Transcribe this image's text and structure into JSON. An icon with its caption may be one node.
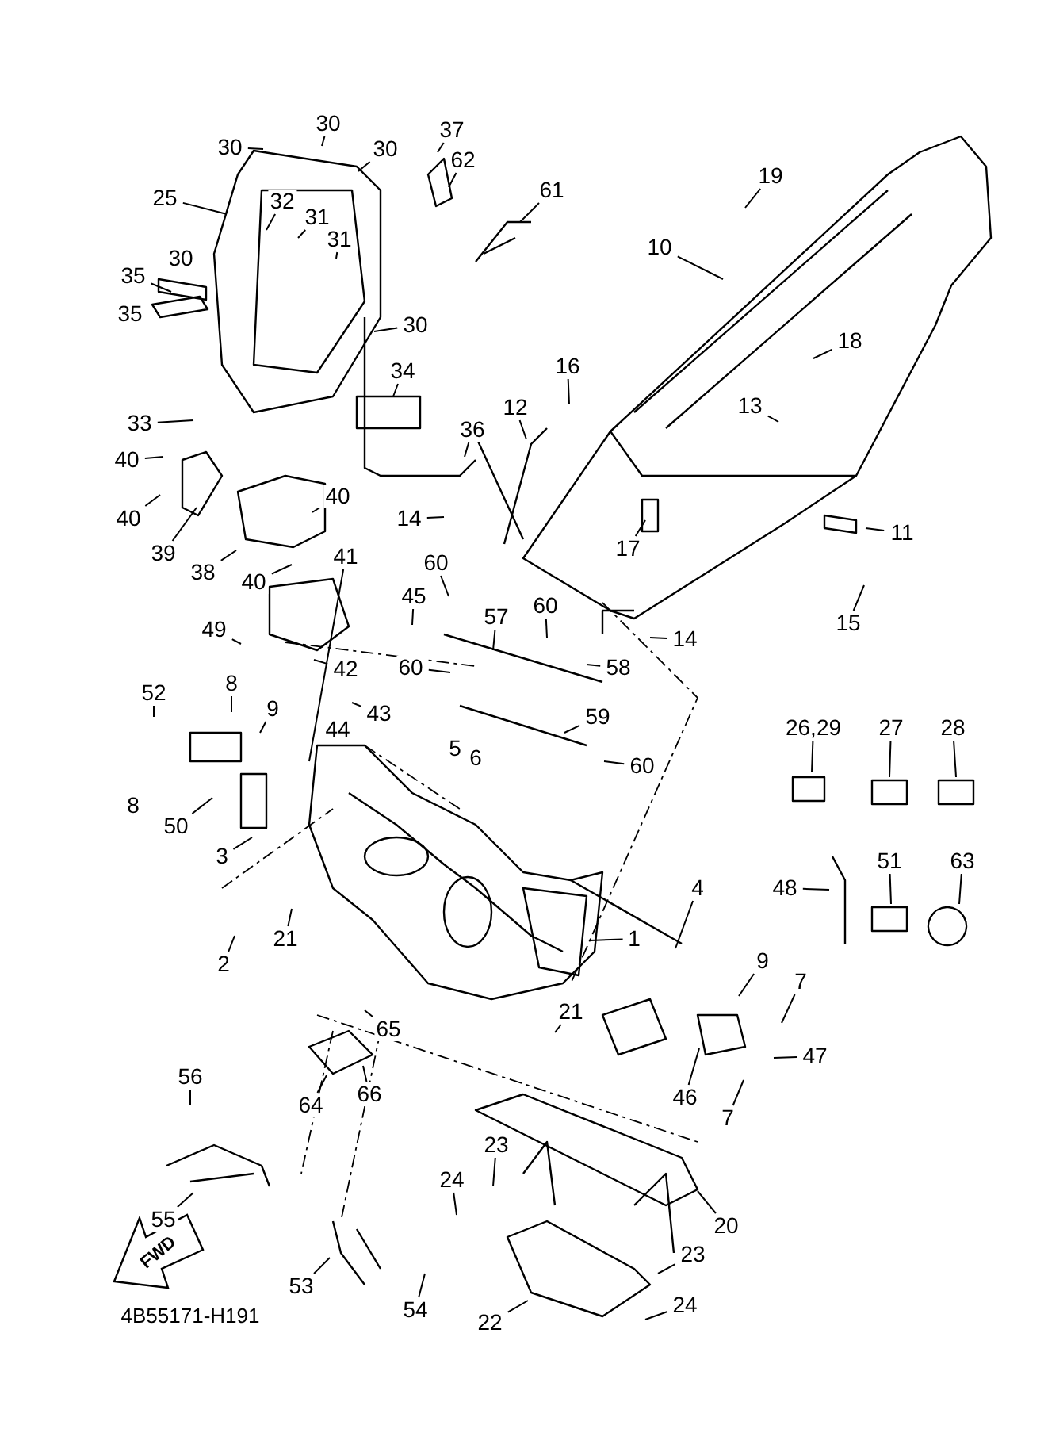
{
  "diagram": {
    "nodes": [
      {
        "text": [
          "30"
        ]
      },
      {
        "text": [
          "30"
        ]
      },
      {
        "text": [
          "30"
        ]
      },
      {
        "text": [
          "37"
        ]
      },
      {
        "text": [
          "62"
        ]
      },
      {
        "text": [
          "61"
        ]
      },
      {
        "text": [
          "25"
        ]
      },
      {
        "text": [
          "32"
        ]
      },
      {
        "text": [
          "31"
        ]
      },
      {
        "text": [
          "31"
        ]
      },
      {
        "text": [
          "19"
        ]
      },
      {
        "text": [
          "10"
        ]
      },
      {
        "text": [
          "35"
        ]
      },
      {
        "text": [
          "30"
        ]
      },
      {
        "text": [
          "18"
        ]
      },
      {
        "text": [
          "34"
        ]
      },
      {
        "text": [
          "16"
        ]
      },
      {
        "text": [
          "12"
        ]
      },
      {
        "text": [
          "13"
        ]
      },
      {
        "text": [
          "33"
        ]
      },
      {
        "text": [
          "36"
        ]
      },
      {
        "text": [
          "40"
        ]
      },
      {
        "text": [
          "40"
        ]
      },
      {
        "text": [
          "40"
        ]
      },
      {
        "text": [
          "14"
        ]
      },
      {
        "text": [
          "11"
        ]
      },
      {
        "text": [
          "17"
        ]
      },
      {
        "text": [
          "39"
        ]
      },
      {
        "text": [
          "41"
        ]
      },
      {
        "text": [
          "38"
        ]
      },
      {
        "text": [
          "40"
        ]
      },
      {
        "text": [
          "60"
        ]
      },
      {
        "text": [
          "15"
        ]
      },
      {
        "text": [
          "45"
        ]
      },
      {
        "text": [
          "57"
        ]
      },
      {
        "text": [
          "60"
        ]
      },
      {
        "text": [
          "49"
        ]
      },
      {
        "text": [
          "14"
        ]
      },
      {
        "text": [
          "58"
        ]
      },
      {
        "text": [
          "60"
        ]
      },
      {
        "text": [
          "42"
        ]
      },
      {
        "text": [
          "52"
        ]
      },
      {
        "text": [
          "8"
        ]
      },
      {
        "text": [
          "9"
        ]
      },
      {
        "text": [
          "43"
        ]
      },
      {
        "text": [
          "59"
        ]
      },
      {
        "text": [
          "26,29"
        ]
      },
      {
        "text": [
          "27"
        ]
      },
      {
        "text": [
          "28"
        ]
      },
      {
        "text": [
          "60"
        ]
      },
      {
        "text": [
          "50"
        ]
      },
      {
        "text": [
          "3"
        ]
      },
      {
        "text": [
          "4"
        ]
      },
      {
        "text": [
          "48"
        ]
      },
      {
        "text": [
          "51"
        ]
      },
      {
        "text": [
          "63"
        ]
      },
      {
        "text": [
          "1"
        ]
      },
      {
        "text": [
          "21"
        ]
      },
      {
        "text": [
          "2"
        ]
      },
      {
        "text": [
          "9"
        ]
      },
      {
        "text": [
          "7"
        ]
      },
      {
        "text": [
          "21"
        ]
      },
      {
        "text": [
          "65"
        ]
      },
      {
        "text": [
          "47"
        ]
      },
      {
        "text": [
          "56"
        ]
      },
      {
        "text": [
          "66"
        ]
      },
      {
        "text": [
          "46"
        ]
      },
      {
        "text": [
          "64"
        ]
      },
      {
        "text": [
          "7"
        ]
      },
      {
        "text": [
          "23"
        ]
      },
      {
        "text": [
          "24"
        ]
      },
      {
        "text": [
          "55"
        ]
      },
      {
        "text": [
          "20"
        ]
      },
      {
        "text": [
          "23"
        ]
      },
      {
        "text": [
          "53"
        ]
      },
      {
        "text": [
          "24"
        ]
      },
      {
        "text": [
          "54"
        ]
      },
      {
        "text": [
          "22"
        ]
      }
    ],
    "edges": [
      {
        "from": 0,
        "to": null,
        "arrow": "none"
      },
      {
        "from": 1,
        "to": null,
        "arrow": "none"
      },
      {
        "from": 2,
        "to": null,
        "arrow": "none"
      },
      {
        "from": 3,
        "to": null,
        "arrow": "none"
      },
      {
        "from": 4,
        "to": null,
        "arrow": "none"
      },
      {
        "from": 5,
        "to": null,
        "arrow": "none"
      },
      {
        "from": 6,
        "to": null,
        "arrow": "none"
      },
      {
        "from": 7,
        "to": null,
        "arrow": "none"
      },
      {
        "from": 8,
        "to": null,
        "arrow": "none"
      },
      {
        "from": 9,
        "to": null,
        "arrow": "none"
      },
      {
        "from": 10,
        "to": null,
        "arrow": "none"
      },
      {
        "from": 11,
        "to": null,
        "arrow": "none"
      },
      {
        "from": 12,
        "to": null,
        "arrow": "none"
      },
      {
        "from": 13,
        "to": null,
        "arrow": "none"
      },
      {
        "from": 14,
        "to": null,
        "arrow": "none"
      },
      {
        "from": 15,
        "to": null,
        "arrow": "none"
      },
      {
        "from": 16,
        "to": null,
        "arrow": "none"
      },
      {
        "from": 17,
        "to": null,
        "arrow": "none"
      },
      {
        "from": 18,
        "to": null,
        "arrow": "none"
      },
      {
        "from": 19,
        "to": null,
        "arrow": "none"
      },
      {
        "from": 20,
        "to": null,
        "arrow": "none"
      },
      {
        "from": 21,
        "to": null,
        "arrow": "none"
      },
      {
        "from": 22,
        "to": null,
        "arrow": "none"
      },
      {
        "from": 23,
        "to": null,
        "arrow": "none"
      },
      {
        "from": 24,
        "to": null,
        "arrow": "none"
      },
      {
        "from": 25,
        "to": null,
        "arrow": "none"
      },
      {
        "from": 26,
        "to": null,
        "arrow": "none"
      },
      {
        "from": 27,
        "to": null,
        "arrow": "none"
      },
      {
        "from": 28,
        "to": null,
        "arrow": "none"
      },
      {
        "from": 29,
        "to": null,
        "arrow": "none"
      },
      {
        "from": 30,
        "to": null,
        "arrow": "none"
      },
      {
        "from": 31,
        "to": null,
        "arrow": "none"
      },
      {
        "from": 32,
        "to": null,
        "arrow": "none"
      },
      {
        "from": 33,
        "to": null,
        "arrow": "none"
      },
      {
        "from": 34,
        "to": null,
        "arrow": "none"
      },
      {
        "from": 35,
        "to": null,
        "arrow": "none"
      },
      {
        "from": 36,
        "to": null,
        "arrow": "none"
      },
      {
        "from": 37,
        "to": null,
        "arrow": "none"
      },
      {
        "from": 38,
        "to": null,
        "arrow": "none"
      },
      {
        "from": 39,
        "to": null,
        "arrow": "none"
      },
      {
        "from": 40,
        "to": null,
        "arrow": "none"
      },
      {
        "from": 41,
        "to": null,
        "arrow": "none"
      },
      {
        "from": 42,
        "to": null,
        "arrow": "none"
      },
      {
        "from": 43,
        "to": null,
        "arrow": "none"
      },
      {
        "from": 44,
        "to": null,
        "arrow": "none"
      },
      {
        "from": 45,
        "to": null,
        "arrow": "none"
      },
      {
        "from": 46,
        "to": null,
        "arrow": "none"
      },
      {
        "from": 47,
        "to": null,
        "arrow": "none"
      },
      {
        "from": 48,
        "to": null,
        "arrow": "none"
      },
      {
        "from": 49,
        "to": null,
        "arrow": "none"
      },
      {
        "from": 50,
        "to": null,
        "arrow": "none"
      },
      {
        "from": 51,
        "to": null,
        "arrow": "none"
      },
      {
        "from": 52,
        "to": null,
        "arrow": "none"
      },
      {
        "from": 53,
        "to": null,
        "arrow": "none"
      },
      {
        "from": 54,
        "to": null,
        "arrow": "none"
      },
      {
        "from": 55,
        "to": null,
        "arrow": "none"
      },
      {
        "from": 56,
        "to": null,
        "arrow": "none"
      },
      {
        "from": 57,
        "to": null,
        "arrow": "none"
      },
      {
        "from": 58,
        "to": null,
        "arrow": "none"
      },
      {
        "from": 59,
        "to": null,
        "arrow": "none"
      },
      {
        "from": 60,
        "to": null,
        "arrow": "none"
      },
      {
        "from": 61,
        "to": null,
        "arrow": "none"
      },
      {
        "from": 62,
        "to": null,
        "arrow": "none"
      },
      {
        "from": 63,
        "to": null,
        "arrow": "none"
      },
      {
        "from": 64,
        "to": null,
        "arrow": "none"
      },
      {
        "from": 65,
        "to": null,
        "arrow": "none"
      },
      {
        "from": 66,
        "to": null,
        "arrow": "none"
      },
      {
        "from": 67,
        "to": null,
        "arrow": "none"
      },
      {
        "from": 68,
        "to": null,
        "arrow": "none"
      },
      {
        "from": 69,
        "to": null,
        "arrow": "none"
      },
      {
        "from": 70,
        "to": null,
        "arrow": "none"
      },
      {
        "from": 71,
        "to": null,
        "arrow": "none"
      },
      {
        "from": 72,
        "to": null,
        "arrow": "none"
      },
      {
        "from": 73,
        "to": null,
        "arrow": "none"
      },
      {
        "from": 74,
        "to": null,
        "arrow": "none"
      },
      {
        "from": 75,
        "to": null,
        "arrow": "none"
      },
      {
        "from": 76,
        "to": null,
        "arrow": "none"
      },
      {
        "from": 77,
        "to": null,
        "arrow": "none"
      }
    ],
    "labels": [
      "30",
      "35",
      "44",
      "5",
      "6",
      "8",
      "FWD",
      "4B55171-H191"
    ]
  }
}
